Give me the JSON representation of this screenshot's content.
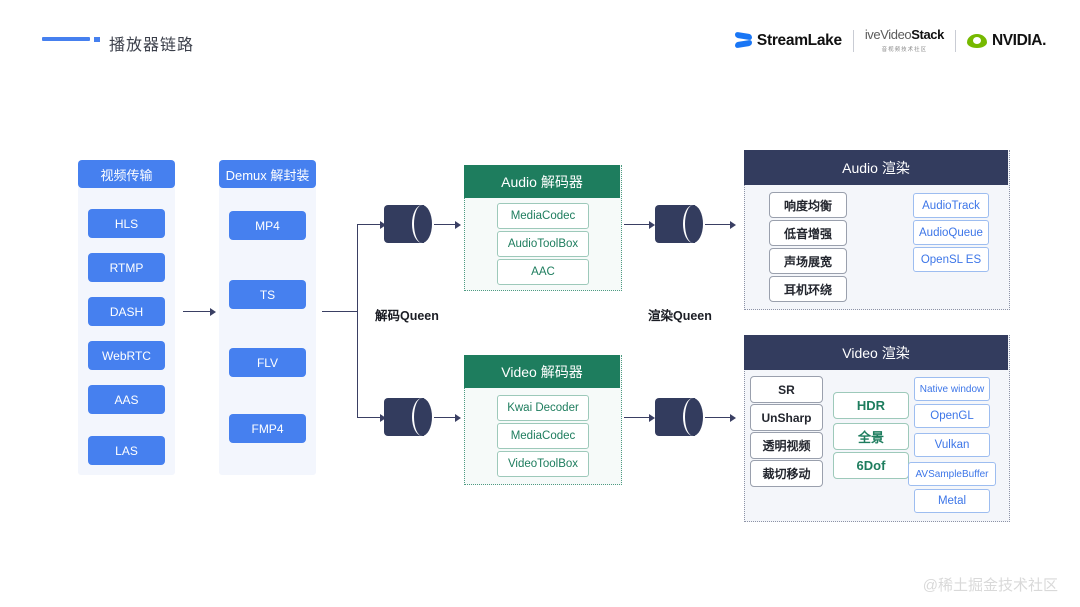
{
  "header": {
    "title": "播放器链路",
    "logos": [
      {
        "name": "streamlake",
        "text": "StreamLake"
      },
      {
        "name": "livevideostack",
        "text_live": "iveVideo",
        "text_stack": "Stack",
        "subtitle": "音视频技术社区"
      },
      {
        "name": "nvidia",
        "text": "NVIDIA."
      }
    ]
  },
  "watermark": "@稀土掘金技术社区",
  "transport": {
    "header": "视频传输",
    "items": [
      "HLS",
      "RTMP",
      "DASH",
      "WebRTC",
      "AAS",
      "LAS"
    ]
  },
  "demux": {
    "header": "Demux 解封装",
    "items": [
      "MP4",
      "TS",
      "FLV",
      "FMP4"
    ]
  },
  "queues": {
    "decode_label": "解码Queen",
    "render_label": "渲染Queen"
  },
  "audio_decoder": {
    "header": "Audio 解码器",
    "items": [
      "MediaCodec",
      "AudioToolBox",
      "AAC"
    ]
  },
  "video_decoder": {
    "header": "Video 解码器",
    "items": [
      "Kwai Decoder",
      "MediaCodec",
      "VideoToolBox"
    ]
  },
  "audio_render": {
    "header": "Audio 渲染",
    "effects": [
      "响度均衡",
      "低音增强",
      "声场展宽",
      "耳机环绕"
    ],
    "backends": [
      "AudioTrack",
      "AudioQueue",
      "OpenSL ES"
    ]
  },
  "video_render": {
    "header": "Video 渲染",
    "effects": [
      "SR",
      "UnSharp",
      "透明视频",
      "裁切移动"
    ],
    "features": [
      "HDR",
      "全景",
      "6Dof"
    ],
    "backends": [
      "Native window",
      "OpenGL",
      "Vulkan",
      "AVSampleBuffer",
      "Metal"
    ]
  },
  "colors": {
    "blue": "#4680ef",
    "green": "#1e7d5e",
    "navy": "#333c5e",
    "link_blue": "#3d76e8"
  }
}
